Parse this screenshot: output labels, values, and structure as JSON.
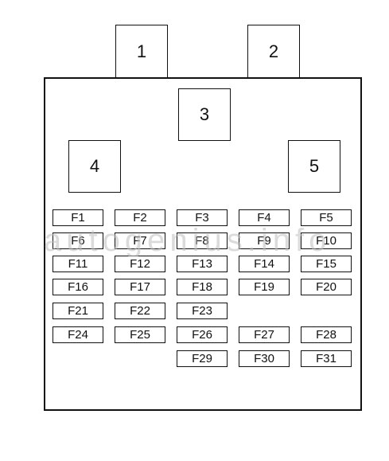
{
  "relays": {
    "r1": "1",
    "r2": "2",
    "r3": "3",
    "r4": "4",
    "r5": "5"
  },
  "fuses": {
    "f1": "F1",
    "f2": "F2",
    "f3": "F3",
    "f4": "F4",
    "f5": "F5",
    "f6": "F6",
    "f7": "F7",
    "f8": "F8",
    "f9": "F9",
    "f10": "F10",
    "f11": "F11",
    "f12": "F12",
    "f13": "F13",
    "f14": "F14",
    "f15": "F15",
    "f16": "F16",
    "f17": "F17",
    "f18": "F18",
    "f19": "F19",
    "f20": "F20",
    "f21": "F21",
    "f22": "F22",
    "f23": "F23",
    "f24": "F24",
    "f25": "F25",
    "f26": "F26",
    "f27": "F27",
    "f28": "F28",
    "f29": "F29",
    "f30": "F30",
    "f31": "F31"
  },
  "watermark": "autogenius.info"
}
